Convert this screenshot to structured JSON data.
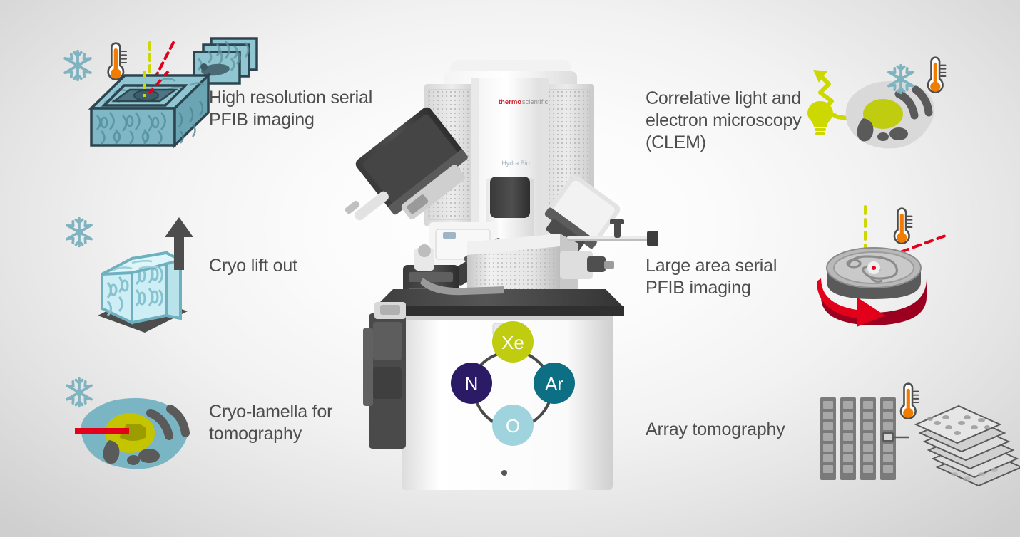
{
  "page": {
    "title": "Cryo PFIB workflow capabilities diagram",
    "background_top": "#ffffff",
    "background_edge": "#cfcfcf"
  },
  "palette": {
    "text": "#4d4d4d",
    "cryo_blue": "#7fb3c0",
    "ice_fill": "#8fc6d1",
    "ice_light": "#c7e8ef",
    "outline_dark": "#2d4550",
    "thermo_orange": "#f07d00",
    "olive": "#bfcc10",
    "red": "#e2001a",
    "dark_red": "#9b0020",
    "gray_dark": "#5a5a5a",
    "gray_mid": "#8c8c8c",
    "gray_light": "#c3c3c3",
    "navy": "#2b1a66",
    "teal": "#0d6f83",
    "lightblue": "#9fd3de",
    "yellow_green": "#cdd800"
  },
  "features": [
    {
      "id": "high-resolution-serial-pfib-imaging",
      "label": "High resolution serial\nPFIB imaging",
      "side": "left",
      "icons": [
        "snowflake-icon",
        "thermometer-icon",
        "cryo-block-icon",
        "slice-stack-icon",
        "beam-lines-icon"
      ]
    },
    {
      "id": "cryo-lift-out",
      "label": "Cryo lift out",
      "side": "left",
      "icons": [
        "snowflake-icon",
        "ice-slab-icon",
        "up-arrow-icon"
      ]
    },
    {
      "id": "cryo-lamella-for-tomography",
      "label": "Cryo-lamella for\ntomography",
      "side": "left",
      "icons": [
        "snowflake-icon",
        "cell-icon",
        "lamella-beam-icon"
      ]
    },
    {
      "id": "correlative-light-and-electron-microscopy",
      "label": "Correlative light and\nelectron microscopy\n(CLEM)",
      "side": "right",
      "icons": [
        "lightbulb-icon",
        "squiggle-arrow-icon",
        "cell-gray-icon",
        "snowflake-icon",
        "thermometer-icon"
      ]
    },
    {
      "id": "large-area-serial-pfib-imaging",
      "label": "Large area serial\nPFIB imaging",
      "side": "right",
      "icons": [
        "rotation-arrow-icon",
        "sample-disc-icon",
        "thermometer-icon",
        "beam-lines-icon"
      ]
    },
    {
      "id": "array-tomography",
      "label": "Array tomography",
      "side": "right",
      "icons": [
        "slide-rack-icon",
        "section-stack-icon",
        "thermometer-icon"
      ]
    }
  ],
  "instrument": {
    "brand_thermo": "thermo",
    "brand_scientific": "scientific",
    "model": "Hydra Bio",
    "status_light_color": "#22b14c",
    "gas_ring": {
      "nodes": [
        {
          "symbol": "Xe",
          "position": "top",
          "color": "#bfcc10",
          "text_color": "#ffffff"
        },
        {
          "symbol": "Ar",
          "position": "right",
          "color": "#0d6f83",
          "text_color": "#ffffff"
        },
        {
          "symbol": "O",
          "position": "bottom",
          "color": "#9fd3de",
          "text_color": "#ffffff"
        },
        {
          "symbol": "N",
          "position": "left",
          "color": "#2b1a66",
          "text_color": "#ffffff"
        }
      ],
      "ring_color": "#4a4a4a"
    }
  }
}
